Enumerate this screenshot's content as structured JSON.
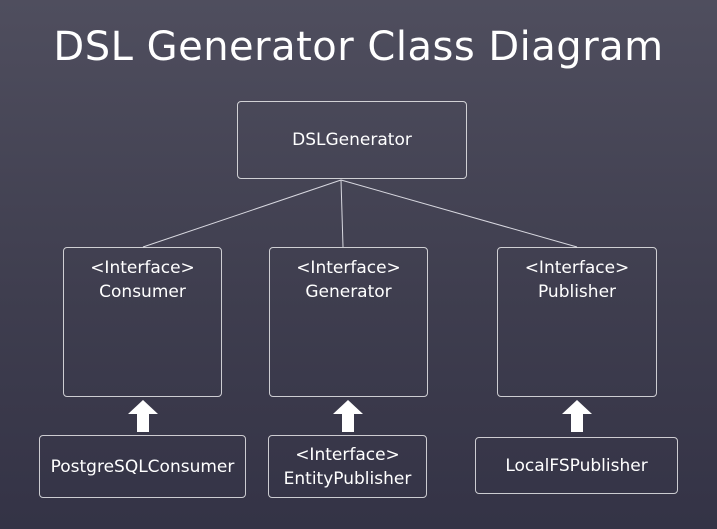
{
  "title": "DSL Generator Class Diagram",
  "nodes": {
    "root": {
      "name": "DSLGenerator"
    },
    "consumer": {
      "stereotype": "<Interface>",
      "name": "Consumer"
    },
    "generator": {
      "stereotype": "<Interface>",
      "name": "Generator"
    },
    "publisher": {
      "stereotype": "<Interface>",
      "name": "Publisher"
    },
    "postgres": {
      "name": "PostgreSQLConsumer"
    },
    "entity_publisher": {
      "stereotype": "<Interface>",
      "name": "EntityPublisher"
    },
    "local_fs": {
      "name": "LocalFSPublisher"
    }
  },
  "colors": {
    "line": "#d8d8e0",
    "arrow": "#ffffff"
  }
}
